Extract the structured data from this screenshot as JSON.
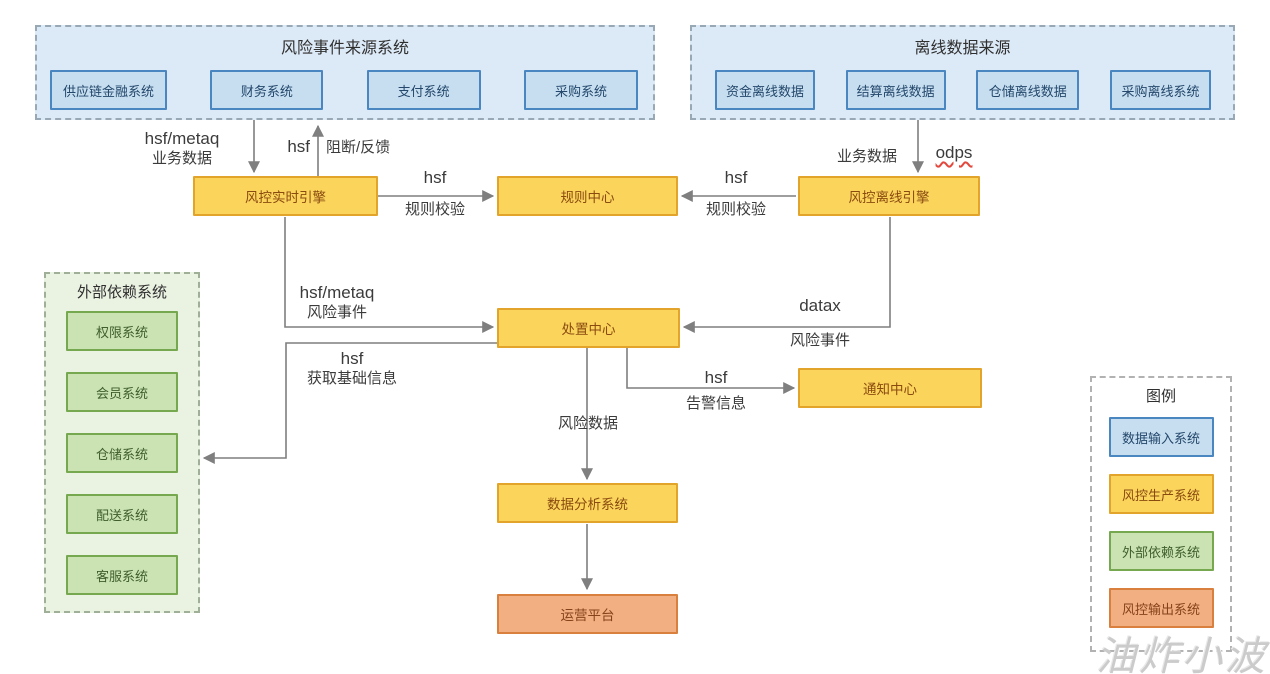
{
  "sources": {
    "risk": {
      "title": "风险事件来源系统",
      "items": [
        "供应链金融系统",
        "财务系统",
        "支付系统",
        "采购系统"
      ]
    },
    "offline": {
      "title": "离线数据来源",
      "items": [
        "资金离线数据",
        "结算离线数据",
        "仓储离线数据",
        "采购离线系统"
      ]
    }
  },
  "external": {
    "title": "外部依赖系统",
    "items": [
      "权限系统",
      "会员系统",
      "仓储系统",
      "配送系统",
      "客服系统"
    ]
  },
  "legend": {
    "title": "图例",
    "items": [
      {
        "label": "数据输入系统",
        "type": "blue"
      },
      {
        "label": "风控生产系统",
        "type": "yellow"
      },
      {
        "label": "外部依赖系统",
        "type": "green"
      },
      {
        "label": "风控输出系统",
        "type": "orange"
      }
    ]
  },
  "nodes": {
    "realtime_engine": "风控实时引擎",
    "rule_center": "规则中心",
    "offline_engine": "风控离线引擎",
    "dispose_center": "处置中心",
    "notify_center": "通知中心",
    "data_analysis": "数据分析系统",
    "operation_platform": "运营平台"
  },
  "edges": {
    "realtime_in": {
      "protocol": "hsf/metaq",
      "payload": "业务数据"
    },
    "block_feedback": {
      "protocol": "hsf",
      "payload": "阻断/反馈"
    },
    "rule_check_left": {
      "protocol": "hsf",
      "payload": "规则校验"
    },
    "rule_check_right": {
      "protocol": "hsf",
      "payload": "规则校验"
    },
    "offline_in": {
      "protocol": "odps",
      "payload": "业务数据"
    },
    "risk_event": {
      "protocol": "hsf/metaq",
      "payload": "风险事件"
    },
    "datax": {
      "protocol": "datax",
      "payload": "风险事件"
    },
    "base_info": {
      "protocol": "hsf",
      "payload": "获取基础信息"
    },
    "alert": {
      "protocol": "hsf",
      "payload": "告警信息"
    },
    "risk_data": {
      "payload": "风险数据"
    }
  },
  "watermark": "油炸小波",
  "colors": {
    "blue_fill": "#C6DEF0",
    "blue_border": "#4A86C0",
    "blue_container_fill": "#DCE9F6",
    "yellow_fill": "#FBD45C",
    "yellow_border": "#E2A42B",
    "green_fill": "#CBE3B3",
    "green_border": "#76A94F",
    "green_container_fill": "#EAF2E2",
    "orange_fill": "#F2AF81",
    "orange_border": "#D9803F",
    "line": "#7F7F7F",
    "spellcheck_underline": "#E2483D"
  }
}
